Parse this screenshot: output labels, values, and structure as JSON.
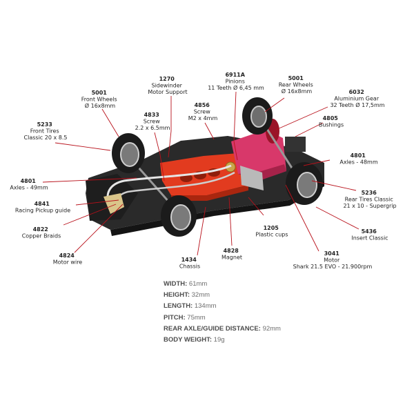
{
  "parts": [
    {
      "code": "5001",
      "lines": [
        "Front Wheels",
        "Ø 16x8mm"
      ]
    },
    {
      "code": "1270",
      "lines": [
        "Sidewinder",
        "Motor Support"
      ]
    },
    {
      "code": "6911A",
      "lines": [
        "Pinions",
        "11 Teeth Ø 6,45 mm"
      ]
    },
    {
      "code": "5001",
      "lines": [
        "Rear Wheels",
        "Ø 16x8mm"
      ]
    },
    {
      "code": "6032",
      "lines": [
        "Aluminium Gear",
        "32 Teeth Ø 17,5mm"
      ]
    },
    {
      "code": "4833",
      "lines": [
        "Screw",
        "2.2 x 6.5mm"
      ]
    },
    {
      "code": "4856",
      "lines": [
        "Screw",
        "M2 x 4mm"
      ]
    },
    {
      "code": "4805",
      "lines": [
        "Bushings"
      ]
    },
    {
      "code": "5233",
      "lines": [
        "Front Tires",
        "Classic 20 x 8.5"
      ]
    },
    {
      "code": "4801",
      "lines": [
        "Axles - 48mm"
      ]
    },
    {
      "code": "4801",
      "lines": [
        "Axles - 49mm"
      ]
    },
    {
      "code": "4841",
      "lines": [
        "Racing Pickup guide"
      ]
    },
    {
      "code": "5236",
      "lines": [
        "Rear Tires Classic",
        "21 x 10 - Supergrip"
      ]
    },
    {
      "code": "4822",
      "lines": [
        "Copper Braids"
      ]
    },
    {
      "code": "1205",
      "lines": [
        "Plastic cups"
      ]
    },
    {
      "code": "5436",
      "lines": [
        "Insert Classic"
      ]
    },
    {
      "code": "4824",
      "lines": [
        "Motor wire"
      ]
    },
    {
      "code": "4828",
      "lines": [
        "Magnet"
      ]
    },
    {
      "code": "3041",
      "lines": [
        "Motor",
        "Shark 21.5 EVO - 21.900rpm"
      ]
    },
    {
      "code": "1434",
      "lines": [
        "Chassis"
      ]
    }
  ],
  "specs": [
    {
      "key": "WIDTH:",
      "value": " 61mm"
    },
    {
      "key": "HEIGHT:",
      "value": " 32mm"
    },
    {
      "key": "LENGTH:",
      "value": " 134mm"
    },
    {
      "key": "PITCH:",
      "value": " 75mm"
    },
    {
      "key": "REAR AXLE/GUIDE DISTANCE:",
      "value": " 92mm"
    },
    {
      "key": "BODY WEIGHT:",
      "value": " 19g"
    }
  ],
  "colors": {
    "leader": "#b8101a",
    "chassis": "#2a2a2a",
    "motor_support": "#e23b1f",
    "motor_can": "#d8386a"
  }
}
